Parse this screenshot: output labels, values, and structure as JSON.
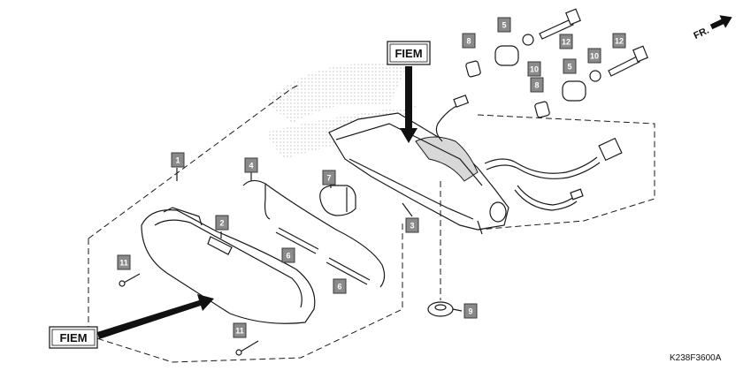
{
  "diagram": {
    "code": "K238F3600A",
    "direction_label": "FR.",
    "fiem_tags": [
      "FIEM",
      "FIEM"
    ],
    "callouts": [
      "1",
      "2",
      "3",
      "4",
      "5",
      "5",
      "6",
      "6",
      "7",
      "8",
      "8",
      "9",
      "10",
      "10",
      "11",
      "11",
      "12",
      "12"
    ]
  },
  "colors": {
    "callout_fill": "#8a8a8a",
    "line": "#1a1a1a",
    "watermark": "#c8c8c8"
  },
  "icons": [
    "arrow-icon"
  ]
}
